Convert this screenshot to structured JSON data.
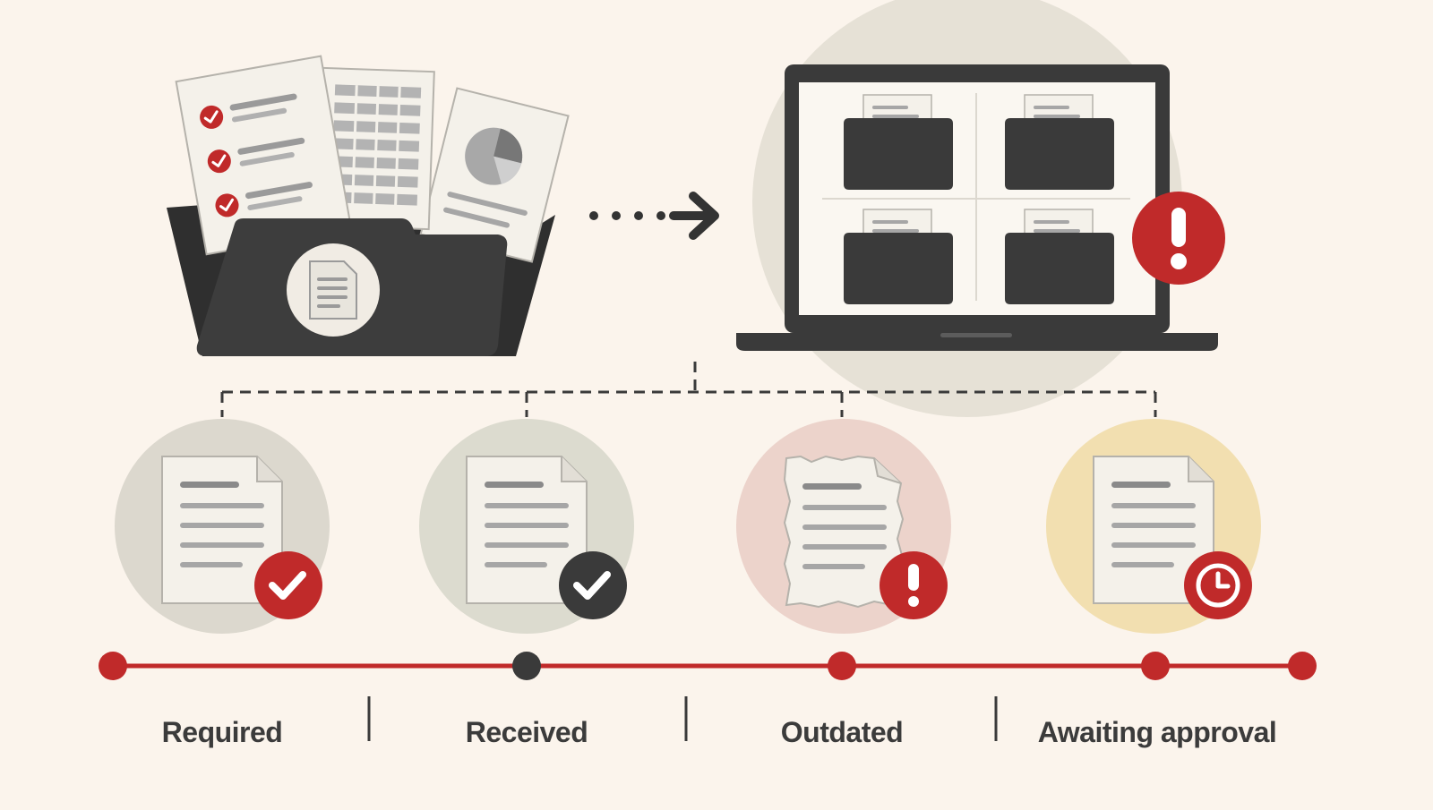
{
  "colors": {
    "background": "#fbf4ec",
    "dark": "#3a3a3a",
    "accent_red": "#c02a2a",
    "paper": "#f4f1ea",
    "line_gray": "#a6a6a6"
  },
  "icons": {
    "source_folder": "folder-with-documents-icon",
    "arrow": "dotted-arrow-right-icon",
    "laptop": "laptop-with-folders-icon",
    "alert": "exclamation-alert-icon"
  },
  "statuses": [
    {
      "label": "Required",
      "badge_icon": "check-icon",
      "badge_color": "#c02a2a",
      "halo_color": "#dcd8ce"
    },
    {
      "label": "Received",
      "badge_icon": "check-icon",
      "badge_color": "#3a3a3a",
      "halo_color": "#dcdbcf"
    },
    {
      "label": "Outdated",
      "badge_icon": "exclamation-icon",
      "badge_color": "#c02a2a",
      "halo_color": "#ecd3cb"
    },
    {
      "label": "Awaiting approval",
      "badge_icon": "clock-icon",
      "badge_color": "#c02a2a",
      "halo_color": "#f2dfb0"
    }
  ]
}
